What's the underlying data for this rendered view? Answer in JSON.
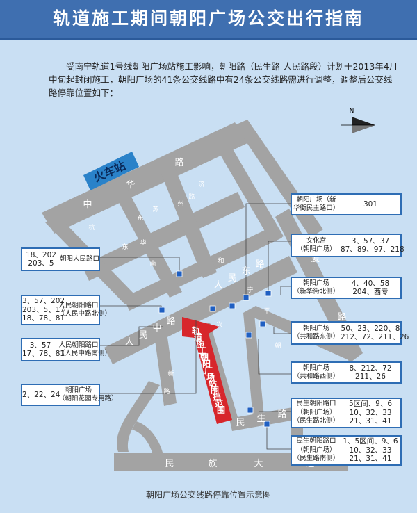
{
  "title": "轨道施工期间朝阳广场公交出行指南",
  "intro": "受南宁轨道1号线朝阳广场站施工影响，朝阳路（民生路-人民路段）计划于2013年4月中旬起封闭施工，朝阳广场的41条公交线路中有24条公交线路需进行调整，调整后公交线路停靠位置如下：",
  "caption": "朝阳广场公交线路停靠位置示意图",
  "compass": "N",
  "station": "火车站",
  "construction_zone": [
    "轨",
    "道",
    "施",
    "工",
    "朝",
    "阳",
    "广",
    "场",
    "站",
    "围",
    "挡",
    "范",
    "围"
  ],
  "roads": {
    "zhonghua": [
      "中",
      "华",
      "路"
    ],
    "minzu": [
      "民",
      "族",
      "大",
      "道"
    ],
    "renmin_zhong": [
      "人",
      "民",
      "中",
      "路"
    ],
    "renmin_dong": [
      "人",
      "民",
      "东",
      "路"
    ],
    "minsheng": [
      "民",
      "生",
      "路"
    ],
    "aihua": [
      "爱",
      "路"
    ],
    "side": [
      "杭",
      "东",
      "苏",
      "州",
      "路",
      "济",
      "南",
      "华",
      "东",
      "和",
      "平",
      "朝",
      "新",
      "兴",
      "宁",
      "路"
    ]
  },
  "stops_left": [
    {
      "lines": [
        "18、202",
        "203、5"
      ],
      "label": [
        "朝阳人民路口"
      ]
    },
    {
      "lines": [
        "3、57、202",
        "203、5、17",
        "18、78、81"
      ],
      "label": [
        "人民朝阳路口",
        "（人民中路北侧）"
      ]
    },
    {
      "lines": [
        "3、57",
        "17、78、81"
      ],
      "label": [
        "人民朝阳路口",
        "（人民中路南侧）"
      ]
    },
    {
      "lines": [
        "2、22、24"
      ],
      "label": [
        "朝阳广场",
        "（朝阳花园专用路）"
      ]
    }
  ],
  "stops_right": [
    {
      "label": [
        "朝阳广场（新",
        "华街民主路口）"
      ],
      "lines": [
        "301"
      ]
    },
    {
      "label": [
        "文化宫",
        "（朝阳广场）"
      ],
      "lines": [
        "3、57、37",
        "87、89、97、218"
      ]
    },
    {
      "label": [
        "朝阳广场",
        "（新华街北侧）"
      ],
      "lines": [
        "4、40、58",
        "204、西专"
      ]
    },
    {
      "label": [
        "朝阳广场",
        "（共和路东侧）"
      ],
      "lines": [
        "50、23、220、8",
        "212、72、211、26"
      ]
    },
    {
      "label": [
        "朝阳广场",
        "（共和路西侧）"
      ],
      "lines": [
        "8、212、72",
        "211、26"
      ]
    },
    {
      "label": [
        "民生朝阳路口",
        "（朝阳广场）",
        "（民生路北侧）"
      ],
      "lines": [
        "5区间、9、6",
        "10、32、33",
        "21、31、41"
      ]
    },
    {
      "label": [
        "民生朝阳路口",
        "（朝阳广场）",
        "（民生路南侧）"
      ],
      "lines": [
        "1、5区间、9、6",
        "10、32、33",
        "21、31、41"
      ]
    }
  ]
}
